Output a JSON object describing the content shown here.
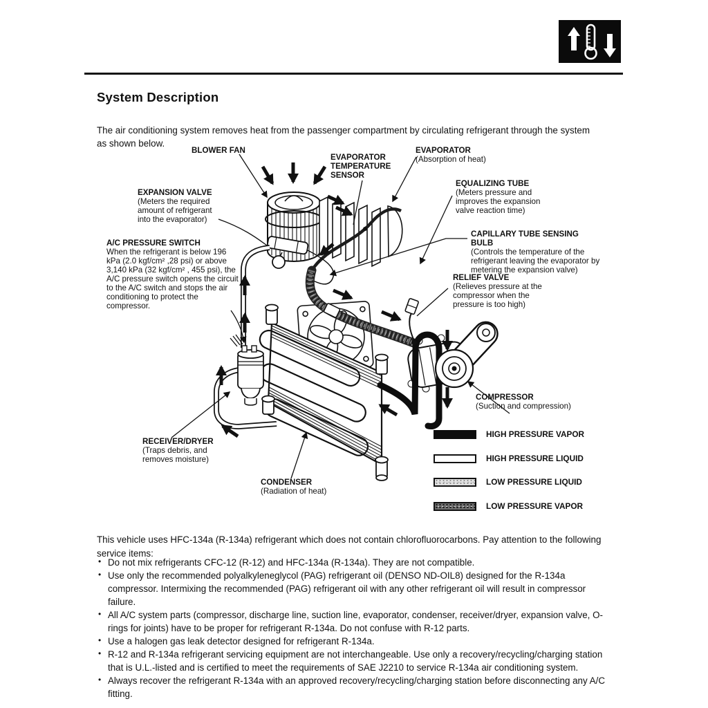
{
  "page": {
    "title": "System Description",
    "intro": "The air conditioning system removes heat from the passenger compartment by circulating refrigerant through the system as shown below."
  },
  "diagram": {
    "callouts": {
      "blower_fan": {
        "title": "BLOWER FAN"
      },
      "evaporator_temperature_sensor": {
        "title": "EVAPORATOR TEMPERATURE SENSOR"
      },
      "evaporator": {
        "title": "EVAPORATOR",
        "desc": "(Absorption of heat)"
      },
      "expansion_valve": {
        "title": "EXPANSION VALVE",
        "desc": "(Meters the required amount of refrigerant into the evaporator)"
      },
      "equalizing_tube": {
        "title": "EQUALIZING TUBE",
        "desc": "(Meters pressure and improves the expansion valve reaction time)"
      },
      "ac_pressure_switch": {
        "title": "A/C PRESSURE SWITCH",
        "desc": "When the refrigerant is below 196 kPa (2.0 kgf/cm² ,28 psi) or above 3,140 kPa (32 kgf/cm² , 455 psi), the A/C pressure switch opens the circuit to the A/C switch and stops the air conditioning to protect the compressor."
      },
      "capillary_tube_sensing_bulb": {
        "title": "CAPILLARY TUBE SENSING BULB",
        "desc": "(Controls the temperature of the refrigerant leaving the evaporator by metering the expansion valve)"
      },
      "relief_valve": {
        "title": "RELIEF VALVE",
        "desc": "(Relieves pressure at the compressor when the pressure is too high)"
      },
      "compressor": {
        "title": "COMPRESSOR",
        "desc": "(Suction and compression)"
      },
      "receiver_dryer": {
        "title": "RECEIVER/DRYER",
        "desc": "(Traps debris, and removes moisture)"
      },
      "condenser": {
        "title": "CONDENSER",
        "desc": "(Radiation of heat)"
      }
    },
    "legend": [
      {
        "label": "HIGH PRESSURE VAPOR",
        "style": "solid-black"
      },
      {
        "label": "HIGH PRESSURE LIQUID",
        "style": "outline-white"
      },
      {
        "label": "LOW PRESSURE LIQUID",
        "style": "stipple-light"
      },
      {
        "label": "LOW PRESSURE VAPOR",
        "style": "stipple-dark"
      }
    ]
  },
  "notes": {
    "paragraph": "This vehicle uses HFC-134a (R-134a) refrigerant which does not contain chlorofluorocarbons. Pay attention to the following service items:",
    "bullets": [
      "Do not mix refrigerants CFC-12 (R-12) and HFC-134a (R-134a). They are not compatible.",
      "Use only the recommended polyalkyleneglycol (PAG) refrigerant oil (DENSO ND-OIL8) designed for the R-134a compressor. Intermixing the recommended (PAG) refrigerant oil with any other refrigerant oil will result in compressor failure.",
      "All A/C system parts (compressor, discharge line, suction line, evaporator, condenser, receiver/dryer, expansion valve, O-rings for joints) have to be proper for refrigerant R-134a. Do not confuse with R-12 parts.",
      "Use a halogen gas leak detector designed for refrigerant R-134a.",
      "R-12 and R-134a refrigerant servicing equipment are not interchangeable. Use only a recovery/recycling/charging station that is U.L.-listed and is certified to meet the requirements of SAE J2210 to service R-134a air conditioning system.",
      "Always recover the refrigerant R-134a with an approved recovery/recycling/charging station before disconnecting any A/C fitting."
    ]
  }
}
